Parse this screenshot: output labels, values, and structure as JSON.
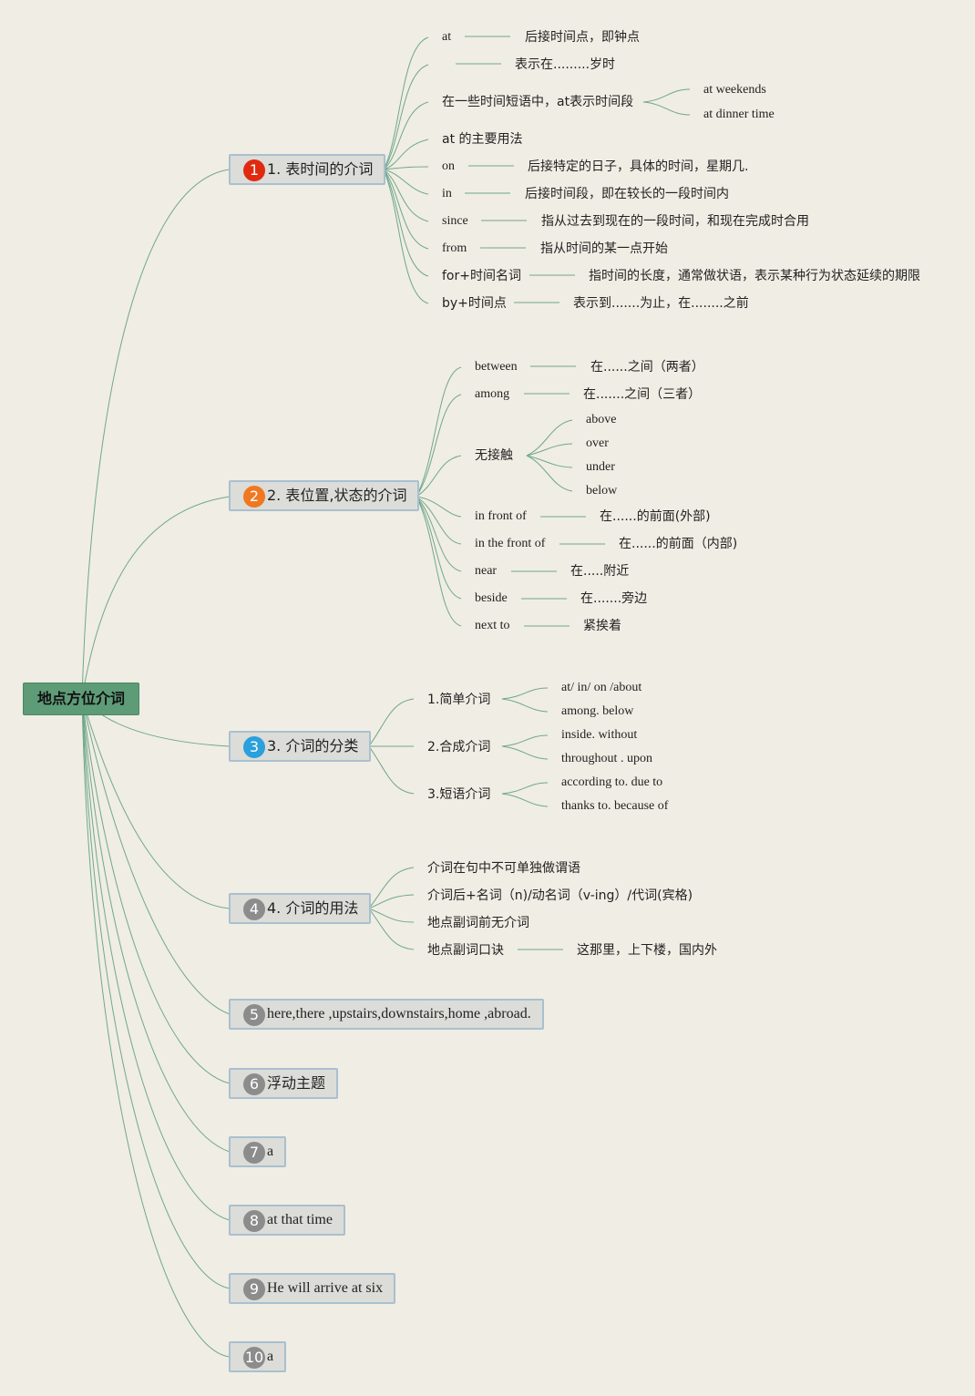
{
  "root": "地点方位介词",
  "topics": [
    {
      "num": "1",
      "label": "1. 表时间的介词",
      "color": "#e02a10"
    },
    {
      "num": "2",
      "label": "2. 表位置,状态的介词",
      "color": "#f07820"
    },
    {
      "num": "3",
      "label": "3. 介词的分类",
      "color": "#2aa0dc"
    },
    {
      "num": "4",
      "label": "4. 介词的用法",
      "color": "#8c8c8c"
    },
    {
      "num": "5",
      "label": "here,there ,upstairs,downstairs,home ,abroad.",
      "color": "#8c8c8c"
    },
    {
      "num": "6",
      "label": "浮动主题",
      "color": "#8c8c8c"
    },
    {
      "num": "7",
      "label": "a",
      "color": "#8c8c8c"
    },
    {
      "num": "8",
      "label": "at that time",
      "color": "#8c8c8c"
    },
    {
      "num": "9",
      "label": "He will arrive at six",
      "color": "#8c8c8c"
    },
    {
      "num": "10",
      "label": "a",
      "color": "#8c8c8c"
    }
  ],
  "t1": {
    "at": "at",
    "at_desc": "后接时间点，即钟点",
    "blank_desc": "表示在.........岁时",
    "phrase": "在一些时间短语中，at表示时间段",
    "weekends": "at weekends",
    "dinner": "at dinner time",
    "at_main": "at 的主要用法",
    "on": "on",
    "on_desc": "后接特定的日子，具体的时间，星期几.",
    "in": "in",
    "in_desc": "后接时间段，即在较长的一段时间内",
    "since": "since",
    "since_desc": "指从过去到现在的一段时间，和现在完成时合用",
    "from": "from",
    "from_desc": "指从时间的某一点开始",
    "for": "for+时间名词",
    "for_desc": "指时间的长度，通常做状语，表示某种行为状态延续的期限",
    "by": "by+时间点",
    "by_desc": "表示到.......为止，在........之前"
  },
  "t2": {
    "between": "between",
    "between_desc": "在......之间（两者）",
    "among": "among",
    "among_desc": "在.......之间（三者）",
    "nocontact": "无接触",
    "above": "above",
    "over": "over",
    "under": "under",
    "below": "below",
    "infront": "in front of",
    "infront_desc": "在......的前面(外部)",
    "inthefront": "in the front of",
    "inthefront_desc": "在......的前面（内部)",
    "near": "near",
    "near_desc": "在.....附近",
    "beside": "beside",
    "beside_desc": "在.......旁边",
    "nextto": "next to",
    "nextto_desc": "紧挨着"
  },
  "t3": {
    "simple": "1.简单介词",
    "s1": "at/ in/ on /about",
    "s2": "among. below",
    "compound": "2.合成介词",
    "c1": "inside. without",
    "c2": "throughout . upon",
    "phrase": "3.短语介词",
    "p1": "according to. due to",
    "p2": "thanks to. because of"
  },
  "t4": {
    "u1": "介词在句中不可单独做谓语",
    "u2": "介词后+名词（n)/动名词（v-ing）/代词(宾格)",
    "u3": "地点副词前无介词",
    "u4": "地点副词口诀",
    "u4_desc": "这那里，上下楼，国内外"
  }
}
